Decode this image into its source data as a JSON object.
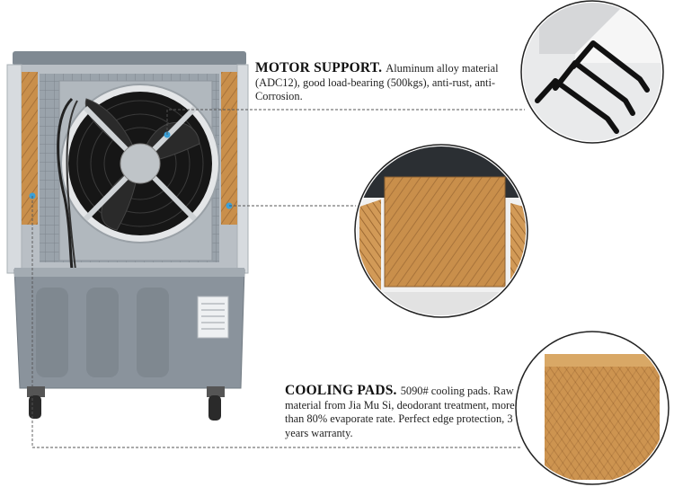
{
  "motor_support": {
    "heading": "MOTOR SUPPORT.",
    "body": "Aluminum alloy material (ADC12), good load-bearing (500kgs), anti-rust, anti-Corrosion."
  },
  "cooling_pads": {
    "heading": "COOLING PADS.",
    "body": "5090# cooling pads. Raw material from Jia Mu Si, deodorant treatment, more than 80% evaporate rate. Perfect edge protection, 3 years warranty."
  },
  "colors": {
    "body_gray": "#8a939c",
    "frame_gray": "#c3c8cd",
    "pad_tan": "#c8904d",
    "fan_black": "#1a1a1a",
    "accent_blue": "#3aa0d8",
    "line_gray": "#555555"
  }
}
